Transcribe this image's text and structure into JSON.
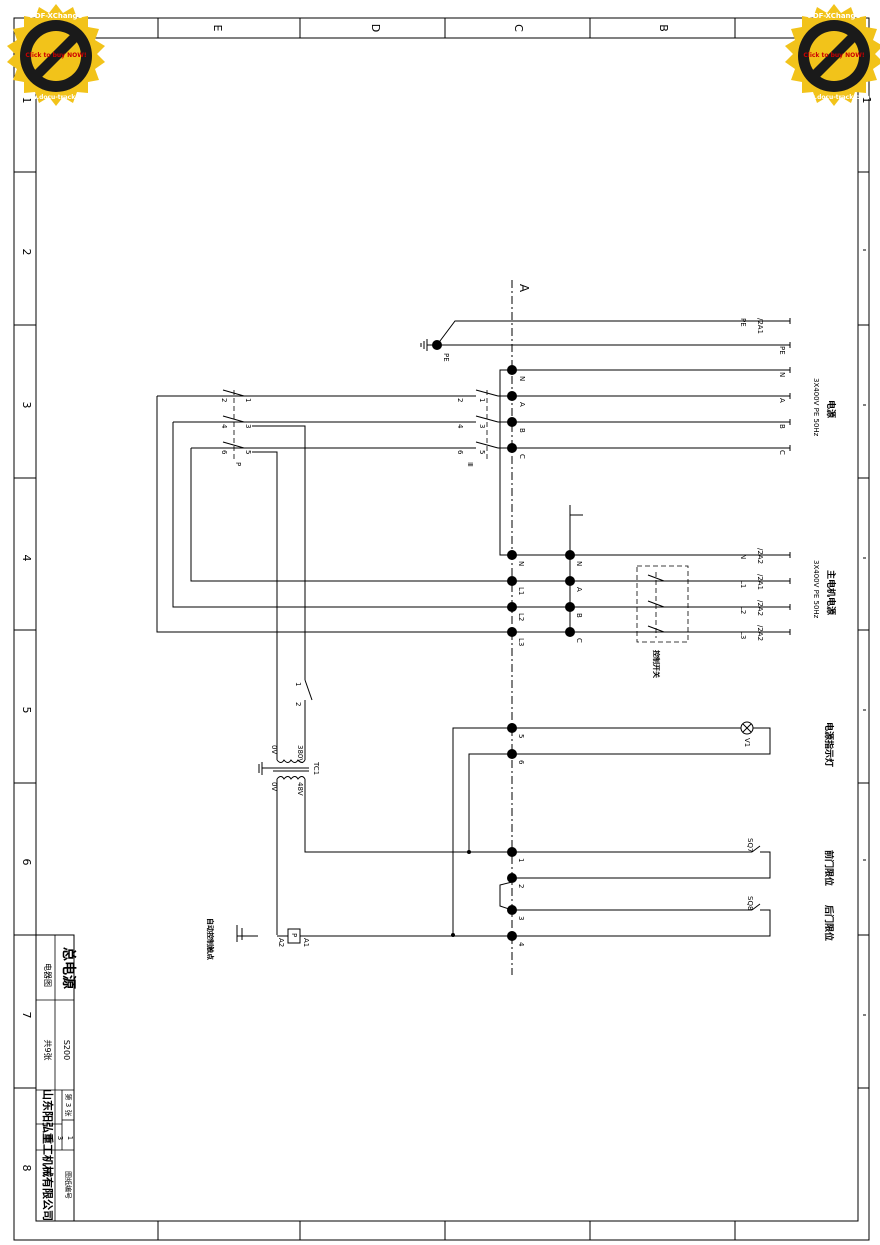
{
  "border": {
    "columns": [
      "E",
      "D",
      "C",
      "B"
    ],
    "rows": [
      "2",
      "3",
      "4",
      "5",
      "6",
      "7",
      "8"
    ],
    "row_one_marks": [
      "1",
      "1"
    ]
  },
  "badge": {
    "line_top": "PDF-XChange",
    "line_mid": "Click to buy NOW!",
    "line_bottom": "www.docu-track.com"
  },
  "title_block": {
    "drawing_title": "总电源",
    "subtitle": "电器图",
    "code": "S200",
    "part_label": "共9张",
    "sheet_label": "第 3 张",
    "sheet_no": "3",
    "total": "1",
    "company": "山东阳弘重工机械有限公司",
    "drawing_no_label": "图纸编号"
  },
  "bus_marker": "A",
  "incoming": {
    "title": "电源",
    "spec": "3X400V PE 50Hz",
    "terminals": [
      "N",
      "A",
      "B",
      "C"
    ],
    "lines": [
      "PE",
      "N",
      "A",
      "B",
      "C"
    ]
  },
  "pe": {
    "xref": "/2A1",
    "label": "PE",
    "ground": "PE"
  },
  "breaker1": {
    "pins": [
      "1",
      "2",
      "3",
      "4",
      "5",
      "6"
    ],
    "tag": "P"
  },
  "breaker2": {
    "pins": [
      "1",
      "2",
      "3",
      "4",
      "5",
      "6"
    ],
    "tag": "Ⅲ"
  },
  "outgoing": {
    "title": "主电机电源",
    "spec": "3X400V PE 50Hz",
    "terms_left": [
      "N",
      "L1",
      "L2",
      "L3"
    ],
    "terms_right": [
      "N",
      "A",
      "B",
      "C"
    ],
    "xrefs": [
      "/2A2",
      "/2A1",
      "/2A2",
      "/2A2"
    ],
    "labels": [
      "N",
      "L1",
      "L2",
      "L3"
    ],
    "switch_label": "控制开关"
  },
  "transformer": {
    "tag": "TC1",
    "primary": [
      "0V",
      "380V"
    ],
    "secondary": [
      "0V",
      "48V"
    ]
  },
  "aux_switch": {
    "pins": [
      "1",
      "2"
    ]
  },
  "lamp": {
    "tag": "V1",
    "label": "电源指示灯",
    "terms": [
      "5",
      "6"
    ]
  },
  "door1": {
    "tag": "SQ7",
    "label": "前门限位",
    "terms": [
      "1",
      "2"
    ]
  },
  "door2": {
    "tag": "SQ8",
    "label": "后门限位",
    "terms": [
      "3",
      "4"
    ]
  },
  "relay": {
    "pins": [
      "A1",
      "A2"
    ],
    "tag": "P",
    "label": "自动控制",
    "contact_label": "自动控制触点"
  }
}
